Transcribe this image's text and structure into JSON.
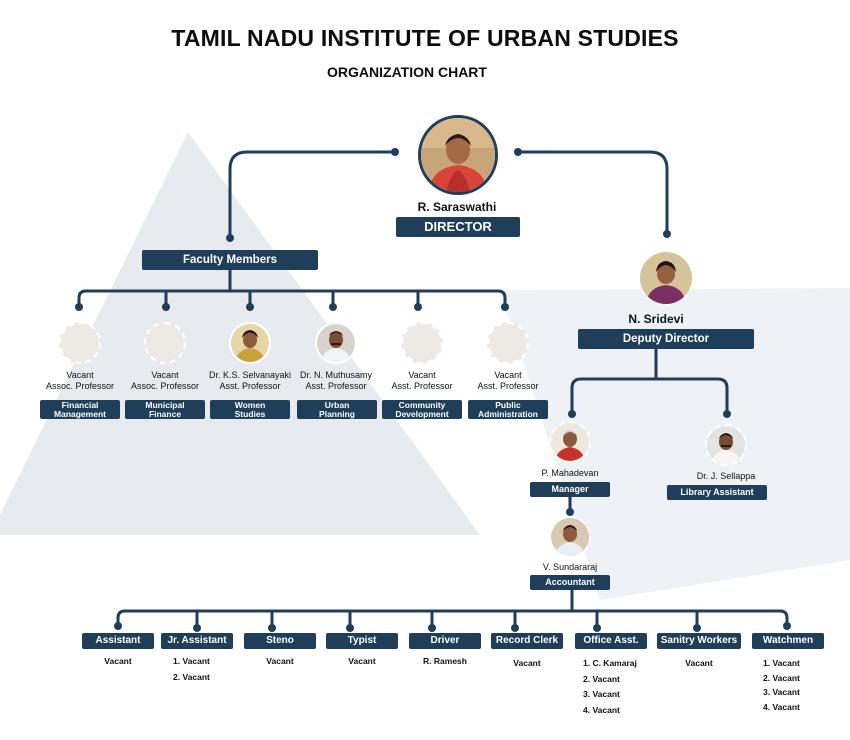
{
  "header": {
    "title": "TAMIL NADU INSTITUTE OF URBAN STUDIES",
    "subtitle": "ORGANIZATION CHART"
  },
  "colors": {
    "badge": "#1e3e59",
    "line": "#1e3e59",
    "background_shape": "#e4e9ef",
    "placeholder": "#ede9e4"
  },
  "director": {
    "name": "R. Saraswathi",
    "role": "DIRECTOR"
  },
  "faculty": {
    "title": "Faculty Members",
    "members": [
      {
        "name": "Vacant",
        "designation": "Assoc. Professor",
        "dept_line1": "Financial",
        "dept_line2": "Management"
      },
      {
        "name": "Vacant",
        "designation": "Assoc. Professor",
        "dept_line1": "Municipal",
        "dept_line2": "Finance"
      },
      {
        "name": "Dr. K.S. Selvanayaki",
        "designation": "Asst. Professor",
        "dept_line1": "Women",
        "dept_line2": "Studies"
      },
      {
        "name": "Dr. N. Muthusamy",
        "designation": "Asst. Professor",
        "dept_line1": "Urban",
        "dept_line2": "Planning"
      },
      {
        "name": "Vacant",
        "designation": "Asst. Professor",
        "dept_line1": "Community",
        "dept_line2": "Development"
      },
      {
        "name": "Vacant",
        "designation": "Asst. Professor",
        "dept_line1": "Public",
        "dept_line2": "Administration"
      }
    ]
  },
  "deputy": {
    "name": "N. Sridevi",
    "role": "Deputy Director"
  },
  "manager": {
    "name": "P. Mahadevan",
    "role": "Manager"
  },
  "librarian": {
    "name": "Dr. J. Sellappa",
    "role": "Library Assistant"
  },
  "accountant": {
    "name": "V. Sundararaj",
    "role": "Accountant"
  },
  "staff": [
    {
      "role": "Assistant",
      "names": [
        "Vacant"
      ]
    },
    {
      "role": "Jr. Assistant",
      "names": [
        "1. Vacant",
        "2. Vacant"
      ]
    },
    {
      "role": "Steno",
      "names": [
        "Vacant"
      ]
    },
    {
      "role": "Typist",
      "names": [
        "Vacant"
      ]
    },
    {
      "role": "Driver",
      "names": [
        "R. Ramesh"
      ]
    },
    {
      "role": "Record Clerk",
      "names": [
        "Vacant"
      ]
    },
    {
      "role": "Office Asst.",
      "names": [
        "1. C. Kamaraj",
        "2. Vacant",
        "3. Vacant",
        "4. Vacant"
      ]
    },
    {
      "role": "Sanitry Workers",
      "names": [
        "Vacant"
      ]
    },
    {
      "role": "Watchmen",
      "names": [
        "1. Vacant",
        "2. Vacant",
        "3. Vacant",
        "4. Vacant"
      ]
    }
  ]
}
